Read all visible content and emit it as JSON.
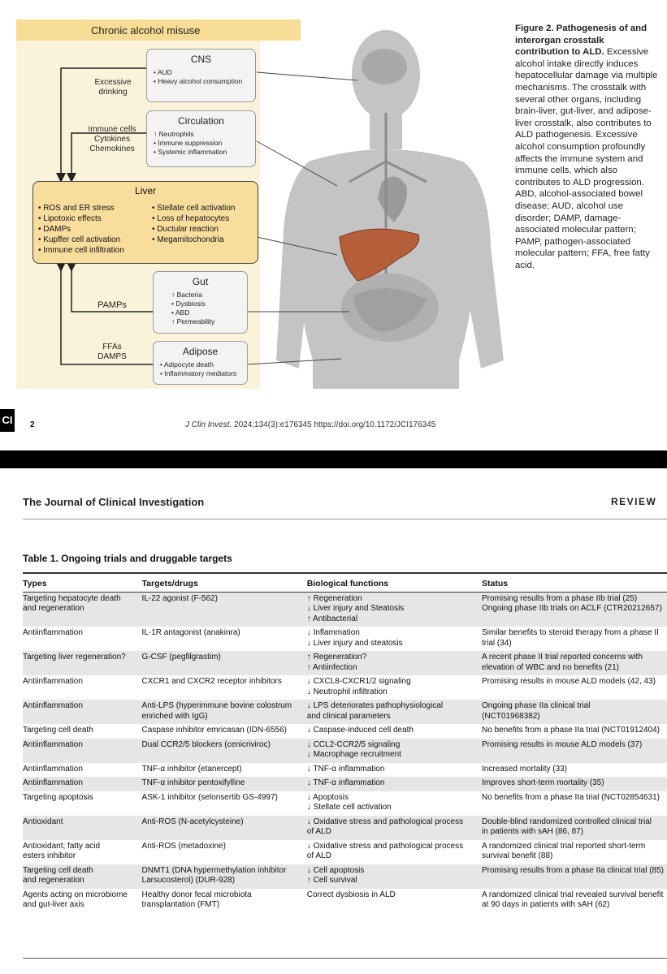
{
  "figure": {
    "header": "Chronic alcohol misuse",
    "cns": {
      "title": "CNS",
      "items": [
        "• AUD",
        "• Heavy alcohol consumption"
      ]
    },
    "circulation": {
      "title": "Circulation",
      "items": [
        "↑ Neutrophils",
        "• Immune suppression",
        "• Systemic inflammation"
      ]
    },
    "liver": {
      "title": "Liver",
      "left_items": [
        "• ROS and ER stress",
        "• Lipotoxic effects",
        "• DAMPs",
        "• Kupffer cell activation",
        "• Immune cell infiltration"
      ],
      "right_items": [
        "• Stellate cell activation",
        "• Loss of hepatocytes",
        "• Ductular reaction",
        "• Megamitochondria"
      ]
    },
    "gut": {
      "title": "Gut",
      "items": [
        "↑ Bacteria",
        "• Dysbiosis",
        "• ABD",
        "↑ Permeability"
      ]
    },
    "adipose": {
      "title": "Adipose",
      "items": [
        "• Adipocyte death",
        "• Inflammatory mediators"
      ]
    },
    "labels": {
      "excessive": "Excessive",
      "drinking": "drinking",
      "immune_cells": "Immune cells",
      "cytokines": "Cytokines",
      "chemokines": "Chemokines",
      "pamps": "PAMPs",
      "ffas": "FFAs",
      "damps": "DAMPS"
    },
    "caption_bold": "Figure 2. Pathogenesis of and interorgan crosstalk contribution to ALD.",
    "caption_text": " Excessive alcohol intake directly induces hepatocellular damage via multiple mechanisms. The crosstalk with several other organs, including brain-liver, gut-liver, and adipose-liver crosstalk, also contributes to ALD pathogenesis. Excessive alcohol consumption profoundly affects the immune system and immune cells, which also contributes to ALD progression. ABD, alcohol-associated bowel disease; AUD, alcohol use disorder; DAMP, damage-associated molecular pattern; PAMP, pathogen-associated molecular pattern; FFA, free fatty acid.",
    "colors": {
      "header": "#f6dc94",
      "background": "#fbf3d9",
      "liver_box": "#f8dd9d",
      "liver_organ": "#b5603a",
      "body": "#cfcfcf"
    }
  },
  "footer": {
    "mark": "CI",
    "page": "2",
    "journal_abbr": "J Clin Invest.",
    "citation": " 2024;134(3):e176345  https://doi.org/10.1172/JCI176345"
  },
  "header2": {
    "journal": "The Journal of Clinical Investigation",
    "section": "REVIEW"
  },
  "table": {
    "caption": "Table 1. Ongoing trials and druggable targets",
    "columns": [
      "Types",
      "Targets/drugs",
      "Biological functions",
      "Status"
    ],
    "rows": [
      {
        "type": [
          "Targeting hepatocyte death",
          "and regeneration"
        ],
        "target": [
          "IL-22 agonist (F-562)"
        ],
        "functions": [
          "↑ Regeneration",
          "↓ Liver injury and Steatosis",
          "↑ Antibacterial"
        ],
        "status": [
          "Promising results from a phase IIb trial (25)",
          "Ongoing phase IIb trials on ACLF (CTR20212657)"
        ]
      },
      {
        "type": [
          "Antiinflammation"
        ],
        "target": [
          "IL-1R antagonist (anakinra)"
        ],
        "functions": [
          "↓ Inflammation",
          "↓ Liver injury and steatosis"
        ],
        "status": [
          "Similar benefits to steroid therapy from a phase II",
          "trial (34)"
        ]
      },
      {
        "type": [
          "Targeting liver regeneration?"
        ],
        "target": [
          "G-CSF (pegfilgrastim)"
        ],
        "functions": [
          "↑ Regeneration?",
          "↑ Antiinfection"
        ],
        "status": [
          "A recent phase II trial reported concerns with",
          "elevation of WBC and no benefits (21)"
        ]
      },
      {
        "type": [
          "Antiinflammation"
        ],
        "target": [
          "CXCR1 and CXCR2 receptor inhibitors"
        ],
        "functions": [
          "↓ CXCL8-CXCR1/2 signaling",
          "↓ Neutrophil infiltration"
        ],
        "status": [
          "Promising results in mouse ALD models (42, 43)"
        ]
      },
      {
        "type": [
          "Antiinflammation"
        ],
        "target": [
          "Anti-LPS (hyperimmune bovine colostrum",
          "enriched with IgG)"
        ],
        "functions": [
          "↓ LPS deteriorates pathophysiological",
          "and clinical parameters"
        ],
        "status": [
          "Ongoing phase IIa clinical trial",
          "(NCT01968382)"
        ]
      },
      {
        "type": [
          "Targeting cell death"
        ],
        "target": [
          "Caspase inhibitor emricasan (IDN-6556)"
        ],
        "functions": [
          "↓ Caspase-induced cell death"
        ],
        "status": [
          "No benefits from a phase IIa trial (NCT01912404)"
        ]
      },
      {
        "type": [
          "Antiinflammation"
        ],
        "target": [
          "Dual CCR2/5 blockers (cenicriviroc)"
        ],
        "functions": [
          "↓ CCL2-CCR2/5 signaling",
          "↓ Macrophage recruitment"
        ],
        "status": [
          "Promising results in mouse ALD models (37)"
        ]
      },
      {
        "type": [
          "Antiinflammation"
        ],
        "target": [
          "TNF-α inhibitor (etanercept)"
        ],
        "functions": [
          "↓ TNF-α inflammation"
        ],
        "status": [
          "Increased mortality (33)"
        ]
      },
      {
        "type": [
          "Antiinflammation"
        ],
        "target": [
          "TNF-α inhibitor pentoxifylline"
        ],
        "functions": [
          "↓ TNF-α inflammation"
        ],
        "status": [
          "Improves short-term mortality (35)"
        ]
      },
      {
        "type": [
          "Targeting apoptosis"
        ],
        "target": [
          "ASK-1 inhibitor (selonsertib GS-4997)"
        ],
        "functions": [
          "↓ Apoptosis",
          "↓ Stellate cell activation"
        ],
        "status": [
          "No benefits from a phase IIa trial (NCT02854631)"
        ]
      },
      {
        "type": [
          "Antioxidant"
        ],
        "target": [
          "Anti-ROS (N-acetylcysteine)"
        ],
        "functions": [
          "↓ Oxidative stress and pathological process",
          "of ALD"
        ],
        "status": [
          "Double-blind randomized controlled clinical trial",
          "in patients with sAH (86, 87)"
        ]
      },
      {
        "type": [
          "Antioxidant; fatty acid",
          "esters inhibitor"
        ],
        "target": [
          "Anti-ROS (metadoxine)"
        ],
        "functions": [
          "↓ Oxidative stress and pathological process",
          "of ALD"
        ],
        "status": [
          "A randomized clinical trial reported short-term",
          "survival benefit (88)"
        ]
      },
      {
        "type": [
          "Targeting cell death",
          "and regeneration"
        ],
        "target": [
          "DNMT1 (DNA hypermethylation inhibitor",
          "Larsucosterol) (DUR-928)"
        ],
        "functions": [
          "↓ Cell apoptosis",
          "↑ Cell survival"
        ],
        "status": [
          "Promising results from a phase IIa clinical trial (85)"
        ]
      },
      {
        "type": [
          "Agents acting on microbiome",
          "and gut-liver axis"
        ],
        "target": [
          "Healthy donor fecal microbiota",
          "transplantation (FMT)"
        ],
        "functions": [
          "Correct dysbiosis in ALD"
        ],
        "status": [
          "A randomized clinical trial revealed survival benefit",
          "at 90 days in patients with sAH (62)"
        ]
      }
    ]
  }
}
